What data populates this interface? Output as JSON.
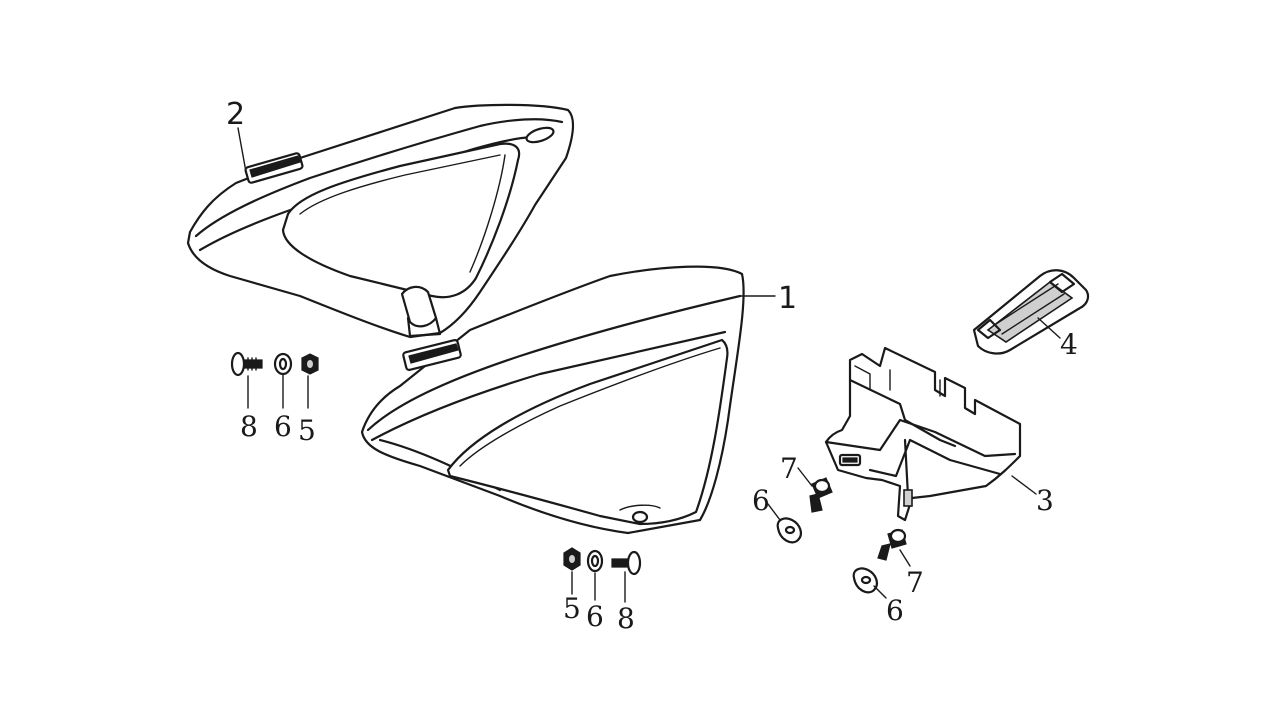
{
  "callouts": {
    "c1": "1",
    "c2": "2",
    "c3": "3",
    "c4": "4",
    "c5_left": "5",
    "c6_left": "6",
    "c8_left": "8",
    "c5_bottom": "5",
    "c6_bottom": "6",
    "c8_bottom": "8",
    "c7_upper": "7",
    "c6_upper": "6",
    "c7_lower": "7",
    "c6_lower": "6"
  }
}
